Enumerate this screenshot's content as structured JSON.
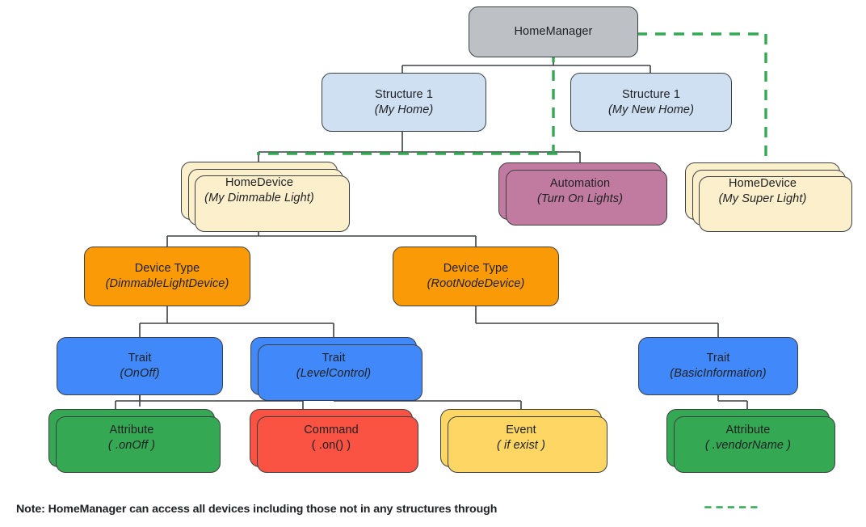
{
  "diagram": {
    "title": "Google Home / Matter device object model hierarchy",
    "palette": {
      "home_manager": "#bdc1c6",
      "structure": "#cfe0f2",
      "home_device": "#fcefcb",
      "automation": "#c27ba0",
      "device_type": "#fb9a07",
      "trait": "#4189fa",
      "attribute": "#35a853",
      "command": "#fb5343",
      "event": "#fdd663",
      "edge": "#3c4043",
      "dashed_access_edge": "#34a853"
    },
    "nodes": [
      {
        "id": "home-manager",
        "label": "HomeManager",
        "sub": "",
        "stacked": 0
      },
      {
        "id": "structure-1",
        "label": "Structure 1",
        "sub": "(My Home)",
        "stacked": 0
      },
      {
        "id": "structure-2",
        "label": "Structure 1",
        "sub": "(My New Home)",
        "stacked": 0
      },
      {
        "id": "home-device-1",
        "label": "HomeDevice",
        "sub": "(My Dimmable Light)",
        "stacked": 2
      },
      {
        "id": "automation",
        "label": "Automation",
        "sub": "(Turn On Lights)",
        "stacked": 1
      },
      {
        "id": "home-device-2",
        "label": "HomeDevice",
        "sub": "(My Super Light)",
        "stacked": 2
      },
      {
        "id": "device-type-1",
        "label": "Device Type",
        "sub": "(DimmableLightDevice)",
        "stacked": 0
      },
      {
        "id": "device-type-2",
        "label": "Device Type",
        "sub": "(RootNodeDevice)",
        "stacked": 0
      },
      {
        "id": "trait-onoff",
        "label": "Trait",
        "sub": "(OnOff)",
        "stacked": 0
      },
      {
        "id": "trait-level",
        "label": "Trait",
        "sub": "(LevelControl)",
        "stacked": 1
      },
      {
        "id": "trait-basic",
        "label": "Trait",
        "sub": "(BasicInformation)",
        "stacked": 0
      },
      {
        "id": "attribute-onoff",
        "label": "Attribute",
        "sub": "( .onOff )",
        "stacked": 1
      },
      {
        "id": "command-on",
        "label": "Command",
        "sub": "( .on() )",
        "stacked": 1
      },
      {
        "id": "event-if-exist",
        "label": "Event",
        "sub": "( if exist )",
        "stacked": 1
      },
      {
        "id": "attribute-vendor",
        "label": "Attribute",
        "sub": "( .vendorName )",
        "stacked": 1
      }
    ],
    "note": {
      "text": "Note: HomeManager can access all devices including those not in any structures through",
      "legend_style": "green-dashed-line"
    }
  }
}
